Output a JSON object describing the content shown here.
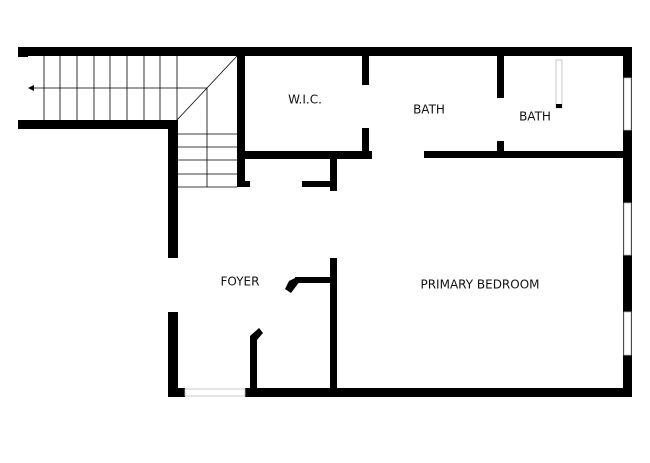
{
  "rooms": [
    {
      "id": "wic",
      "label": "W.I.C."
    },
    {
      "id": "bath1",
      "label": "BATH"
    },
    {
      "id": "bath2",
      "label": "BATH"
    },
    {
      "id": "foyer",
      "label": "FOYER"
    },
    {
      "id": "primary-bedroom",
      "label": "PRIMARY BEDROOM"
    }
  ],
  "colors": {
    "wall": "#000000",
    "background": "#ffffff"
  }
}
